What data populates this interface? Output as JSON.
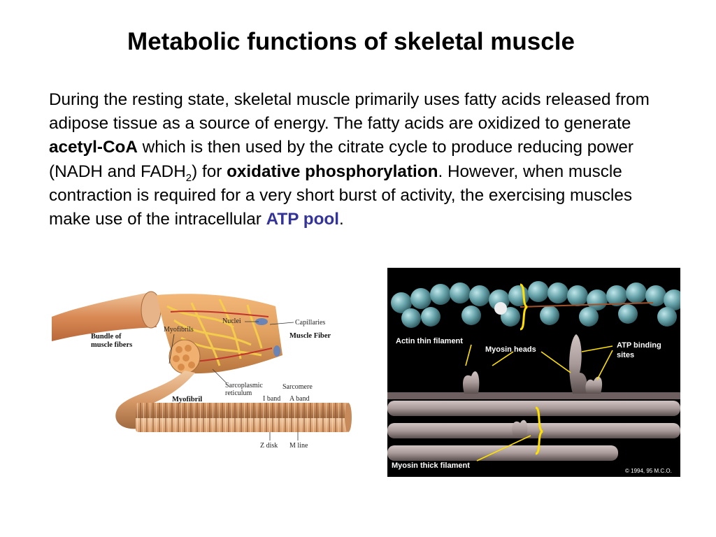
{
  "slide": {
    "title": "Metabolic functions of skeletal muscle",
    "paragraph": {
      "p1": "During the resting state, skeletal muscle primarily uses fatty acids released from adipose tissue as a source of energy.  The fatty acids are oxidized to generate ",
      "acetyl": "acetyl-CoA",
      "p2": " which is then used by the citrate cycle to produce reducing power (NADH and FADH",
      "sub2": "2",
      "p3": ") for ",
      "oxidative": "oxidative phosphorylation",
      "p4": ".  However, when muscle contraction is required for a very short burst of activity, the exercising muscles make use of the intracellular ",
      "atp_pool": "ATP pool",
      "p5": "."
    },
    "atp_pool_color": "#33339a"
  },
  "figure_left": {
    "labels": {
      "bundle": "Bundle of muscle fibers",
      "bundle_line1": "Bundle of",
      "bundle_line2": "muscle fibers",
      "myofibrils": "Myofibrils",
      "nuclei": "Nuclei",
      "capillaries": "Capillaries",
      "muscle_fiber": "Muscle Fiber",
      "sarcoplasmic_line1": "Sarcoplasmic",
      "sarcoplasmic_line2": "reticulum",
      "sarcomere": "Sarcomere",
      "i_band": "I band",
      "a_band": "A band",
      "myofibril": "Myofibril",
      "z_disk": "Z disk",
      "m_line": "M line"
    }
  },
  "figure_right": {
    "labels": {
      "actin": "Actin thin filament",
      "myosin_heads": "Myosin heads",
      "atp_sites_line1": "ATP binding",
      "atp_sites_line2": "sites",
      "myosin_thick": "Myosin thick filament",
      "copyright": "© 1994, 95 M.C.O."
    },
    "colors": {
      "background": "#000000",
      "label_line": "#ffe000",
      "actin": "#6aa6ad",
      "myosin": "#a89a98"
    }
  }
}
